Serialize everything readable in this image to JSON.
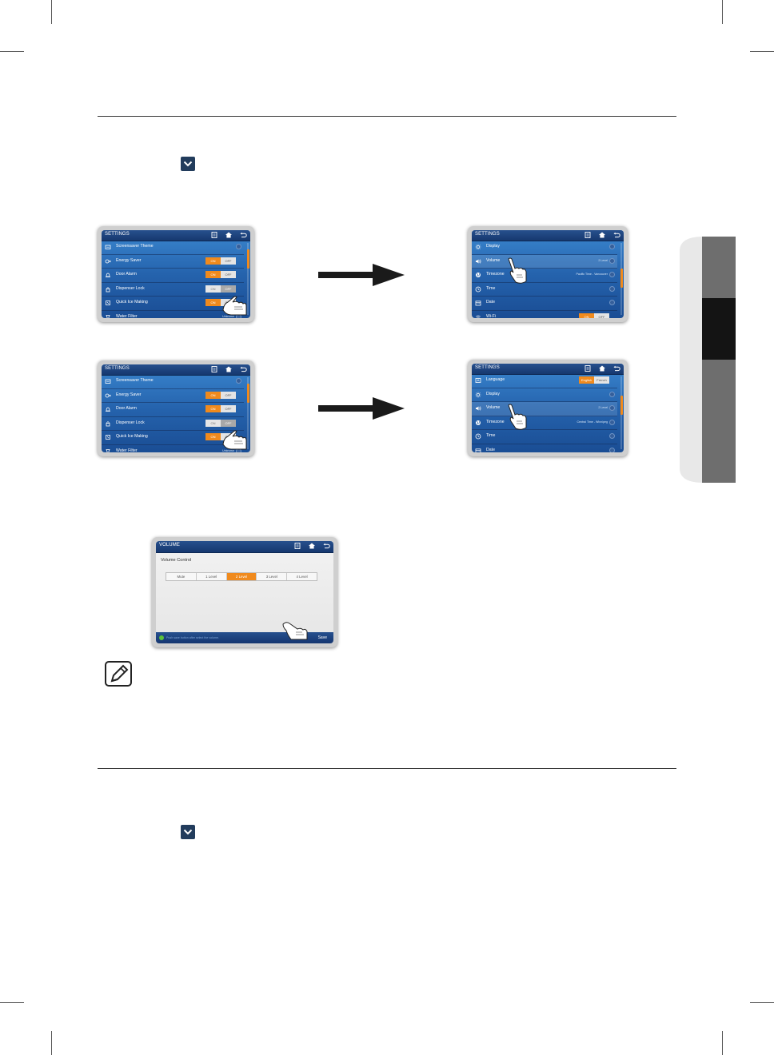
{
  "colors": {
    "accent": "#f08a1d",
    "title_bar": "#1d4680",
    "screen_blue": "#2a6bb5"
  },
  "screen_a": {
    "title": "SETTINGS",
    "rows": [
      {
        "icon": "screensaver-icon",
        "label": "Screensaver Theme",
        "value": ""
      },
      {
        "icon": "energy-saver-icon",
        "label": "Energy Saver",
        "on": "ON",
        "off": "OFF"
      },
      {
        "icon": "door-alarm-icon",
        "label": "Door Alarm",
        "on": "ON",
        "off": "OFF"
      },
      {
        "icon": "lock-icon",
        "label": "Dispenser Lock",
        "on": "ON",
        "off": "OFF"
      },
      {
        "icon": "ice-icon",
        "label": "Quick Ice Making",
        "on": "ON",
        "off": "OFF"
      },
      {
        "icon": "water-filter-icon",
        "label": "Water Filter",
        "value": "Unknown"
      }
    ]
  },
  "screen_b": {
    "title": "SETTINGS",
    "rows": [
      {
        "icon": "display-icon",
        "label": "Display",
        "value": ""
      },
      {
        "icon": "volume-icon",
        "label": "Volume",
        "value": "2 Level"
      },
      {
        "icon": "globe-icon",
        "label": "Timezone",
        "value": "Pacific Time - Vancouver"
      },
      {
        "icon": "clock-icon",
        "label": "Time",
        "value": ""
      },
      {
        "icon": "calendar-icon",
        "label": "Date",
        "value": ""
      },
      {
        "icon": "wifi-icon",
        "label": "Wi-Fi",
        "on": "ON",
        "off": "OFF"
      }
    ]
  },
  "screen_c": {
    "title": "SETTINGS",
    "rows": [
      {
        "icon": "screensaver-icon",
        "label": "Screensaver Theme",
        "value": ""
      },
      {
        "icon": "energy-saver-icon",
        "label": "Energy Saver",
        "on": "ON",
        "off": "OFF"
      },
      {
        "icon": "door-alarm-icon",
        "label": "Door Alarm",
        "on": "ON",
        "off": "OFF"
      },
      {
        "icon": "lock-icon",
        "label": "Dispenser Lock",
        "on": "ON",
        "off": "OFF"
      },
      {
        "icon": "ice-icon",
        "label": "Quick Ice Making",
        "on": "ON",
        "off": "OFF"
      },
      {
        "icon": "water-filter-icon",
        "label": "Water Filter",
        "value": "Unknown"
      }
    ]
  },
  "screen_d": {
    "title": "SETTINGS",
    "rows": [
      {
        "icon": "language-icon",
        "label": "Language",
        "on": "English",
        "off": "French"
      },
      {
        "icon": "display-icon",
        "label": "Display",
        "value": ""
      },
      {
        "icon": "volume-icon",
        "label": "Volume",
        "value": "2 Level"
      },
      {
        "icon": "globe-icon",
        "label": "Timezone",
        "value": "Central Time - Winnipeg"
      },
      {
        "icon": "clock-icon",
        "label": "Time",
        "value": ""
      },
      {
        "icon": "calendar-icon",
        "label": "Date",
        "value": ""
      }
    ]
  },
  "volume_dialog": {
    "title": "VOLUME",
    "section": "Volume Control",
    "levels": [
      "Mute",
      "1 Level",
      "2 Level",
      "3 Level",
      "4 Level"
    ],
    "selected_level": "2 Level",
    "hint": "Push save button after select the volume.",
    "save": "Save"
  }
}
